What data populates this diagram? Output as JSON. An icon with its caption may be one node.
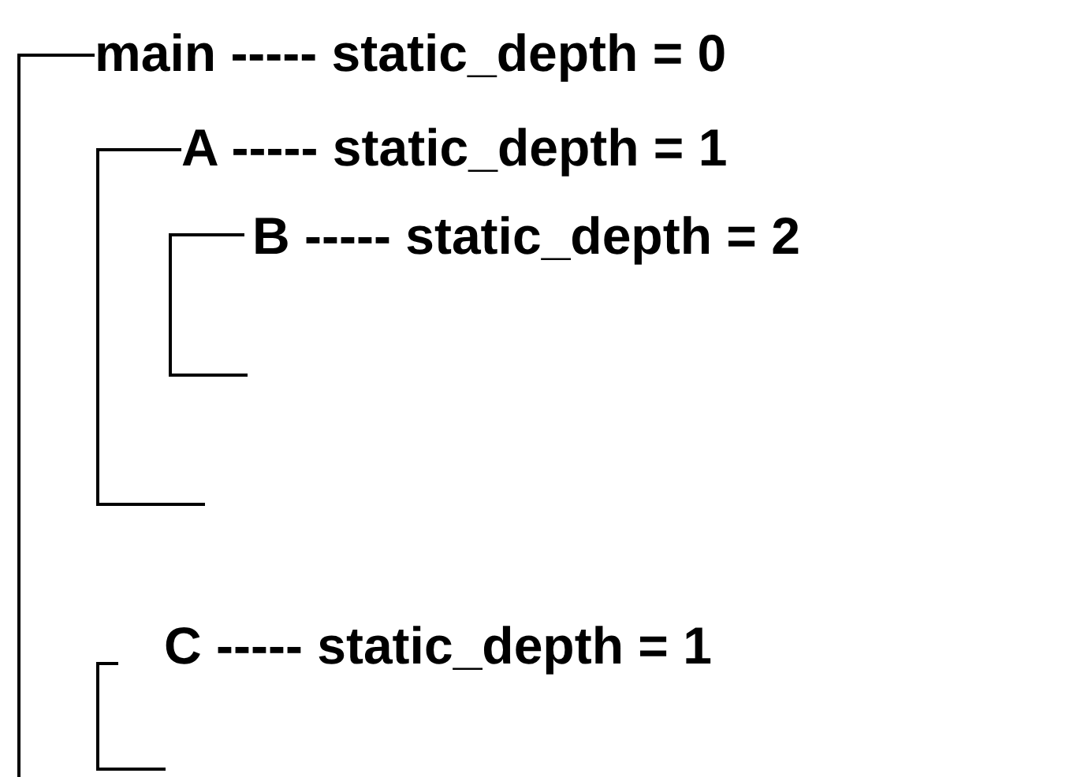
{
  "diagram": {
    "labels": [
      "main ----- static_depth = 0",
      "A ----- static_depth = 1",
      "B ----- static_depth = 2",
      "C ----- static_depth = 1"
    ]
  }
}
